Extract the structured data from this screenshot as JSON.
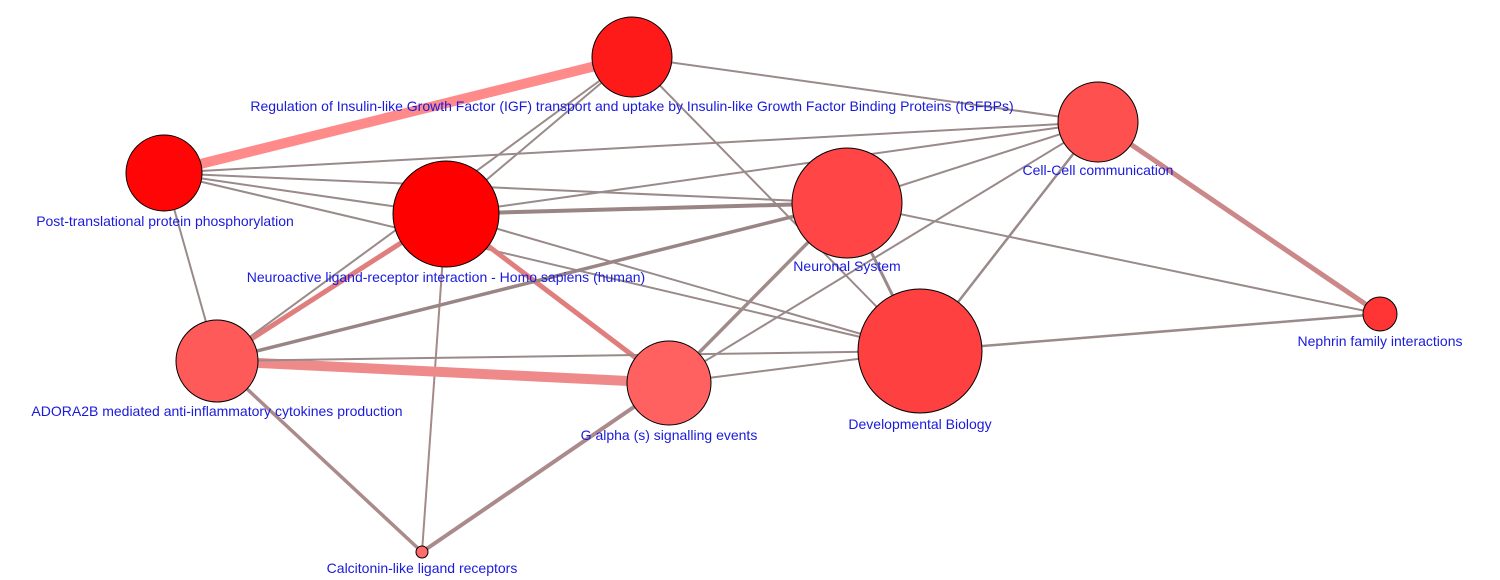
{
  "network": {
    "nodes": [
      {
        "id": "igf",
        "label": "Regulation of Insulin-like Growth Factor (IGF) transport and uptake by Insulin-like Growth Factor Binding Proteins (IGFBPs)",
        "color": "#ff1a1a"
      },
      {
        "id": "ptpp",
        "label": "Post-translational protein phosphorylation",
        "color": "#ff0505"
      },
      {
        "id": "nlri",
        "label": "Neuroactive ligand-receptor interaction - Homo sapiens (human)",
        "color": "#ff0000"
      },
      {
        "id": "ns",
        "label": "Neuronal System",
        "color": "#ff4545"
      },
      {
        "id": "ccc",
        "label": "Cell-Cell communication",
        "color": "#ff5050"
      },
      {
        "id": "nfi",
        "label": "Nephrin family interactions",
        "color": "#ff3535"
      },
      {
        "id": "adora",
        "label": "ADORA2B mediated anti-inflammatory cytokines production",
        "color": "#ff5a5a"
      },
      {
        "id": "gas",
        "label": "G alpha (s) signalling events",
        "color": "#ff6060"
      },
      {
        "id": "db",
        "label": "Developmental Biology",
        "color": "#ff4040"
      },
      {
        "id": "clr",
        "label": "Calcitonin-like ligand receptors",
        "color": "#ff6a6a"
      }
    ],
    "edges": [
      {
        "source": "igf",
        "target": "ptpp",
        "color": "#ff8a8a"
      },
      {
        "source": "igf",
        "target": "nlri",
        "color": "#9a8a8a"
      },
      {
        "source": "igf",
        "target": "ccc",
        "color": "#9a8a8a"
      },
      {
        "source": "igf",
        "target": "adora",
        "color": "#9a8a8a"
      },
      {
        "source": "igf",
        "target": "db",
        "color": "#9a8a8a"
      },
      {
        "source": "ptpp",
        "target": "nlri",
        "color": "#9a8a8a"
      },
      {
        "source": "ptpp",
        "target": "ccc",
        "color": "#9a8a8a"
      },
      {
        "source": "ptpp",
        "target": "ns",
        "color": "#9a8a8a"
      },
      {
        "source": "ptpp",
        "target": "adora",
        "color": "#9a8a8a"
      },
      {
        "source": "ptpp",
        "target": "db",
        "color": "#9a8a8a"
      },
      {
        "source": "nlri",
        "target": "ns",
        "color": "#9a8585"
      },
      {
        "source": "nlri",
        "target": "ccc",
        "color": "#9a8a8a"
      },
      {
        "source": "nlri",
        "target": "adora",
        "color": "#e07e7e"
      },
      {
        "source": "nlri",
        "target": "gas",
        "color": "#e07e7e"
      },
      {
        "source": "nlri",
        "target": "db",
        "color": "#9a8a8a"
      },
      {
        "source": "nlri",
        "target": "clr",
        "color": "#a58a8a"
      },
      {
        "source": "ns",
        "target": "ccc",
        "color": "#9a8a8a"
      },
      {
        "source": "ns",
        "target": "nfi",
        "color": "#9a8a8a"
      },
      {
        "source": "ns",
        "target": "adora",
        "color": "#9a8585"
      },
      {
        "source": "ns",
        "target": "gas",
        "color": "#a08a8a"
      },
      {
        "source": "ns",
        "target": "db",
        "color": "#9a8a8a"
      },
      {
        "source": "ccc",
        "target": "nfi",
        "color": "#cc8888"
      },
      {
        "source": "ccc",
        "target": "db",
        "color": "#9a8a8a"
      },
      {
        "source": "ccc",
        "target": "gas",
        "color": "#9a8a8a"
      },
      {
        "source": "adora",
        "target": "gas",
        "color": "#ee8a8a"
      },
      {
        "source": "adora",
        "target": "db",
        "color": "#9a8a8a"
      },
      {
        "source": "adora",
        "target": "clr",
        "color": "#aa8a8a"
      },
      {
        "source": "gas",
        "target": "db",
        "color": "#9a8a8a"
      },
      {
        "source": "gas",
        "target": "clr",
        "color": "#aa8a8a"
      },
      {
        "source": "db",
        "target": "nfi",
        "color": "#9a8a8a"
      }
    ]
  }
}
